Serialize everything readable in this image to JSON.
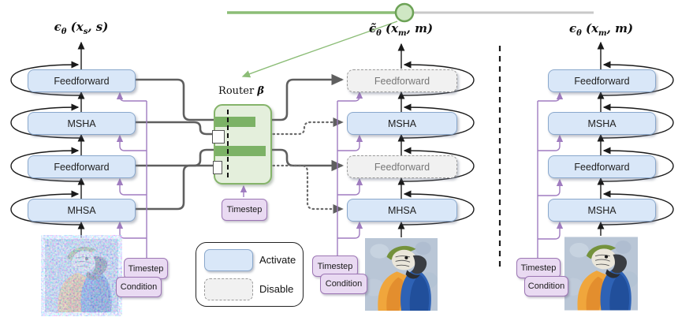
{
  "formulas": {
    "left": {
      "eps": "ϵ",
      "eps_sub": "θ",
      "open": " (",
      "x": "x",
      "x_sub": "s",
      "close": ", s)"
    },
    "middle": {
      "eps": "ϵ̃",
      "eps_sub": "θ",
      "open": " (",
      "x": "x",
      "x_sub": "m",
      "close": ", m)"
    },
    "right": {
      "eps": "ϵ",
      "eps_sub": "θ",
      "open": " (",
      "x": "x",
      "x_sub": "m",
      "close": ", m)"
    }
  },
  "router": {
    "label": "Router",
    "beta": "β",
    "timestep": "Timestep",
    "bars": [
      {
        "active": true,
        "bar": "green"
      },
      {
        "active": false,
        "bar": "empty"
      },
      {
        "active": true,
        "bar": "green"
      },
      {
        "active": false,
        "bar": "empty"
      }
    ]
  },
  "columns": {
    "left": {
      "blocks": [
        {
          "label": "Feedforward",
          "state": "active"
        },
        {
          "label": "MSHA",
          "state": "active"
        },
        {
          "label": "Feedforward",
          "state": "active"
        },
        {
          "label": "MHSA",
          "state": "active"
        }
      ],
      "timestep": "Timestep",
      "condition": "Condition"
    },
    "middle": {
      "blocks": [
        {
          "label": "Feedforward",
          "state": "disabled"
        },
        {
          "label": "MSHA",
          "state": "active"
        },
        {
          "label": "Feedforward",
          "state": "disabled"
        },
        {
          "label": "MHSA",
          "state": "active"
        }
      ],
      "timestep": "Timestep",
      "condition": "Condition"
    },
    "right": {
      "blocks": [
        {
          "label": "Feedforward",
          "state": "active"
        },
        {
          "label": "MSHA",
          "state": "active"
        },
        {
          "label": "Feedforward",
          "state": "active"
        },
        {
          "label": "MSHA",
          "state": "active"
        }
      ],
      "timestep": "Timestep",
      "condition": "Condition"
    }
  },
  "legend": {
    "activate": "Activate",
    "disable": "Disable"
  },
  "colors": {
    "active_fill": "#d9e7f8",
    "active_border": "#8aa8cc",
    "disabled_fill": "#f1f1f1",
    "disabled_border": "#9a9a9a",
    "purple_fill": "#e9daf2",
    "purple_border": "#9c76b4",
    "router_fill": "#e4efdc",
    "router_border": "#85b46a",
    "bar_green": "#7cb266",
    "slider_green": "#8cbd77",
    "slider_gray": "#c9c9c9",
    "wire_gray": "#5f5f5f",
    "skip_black": "#1a1a1a",
    "cond_purple": "#a07cc0"
  }
}
